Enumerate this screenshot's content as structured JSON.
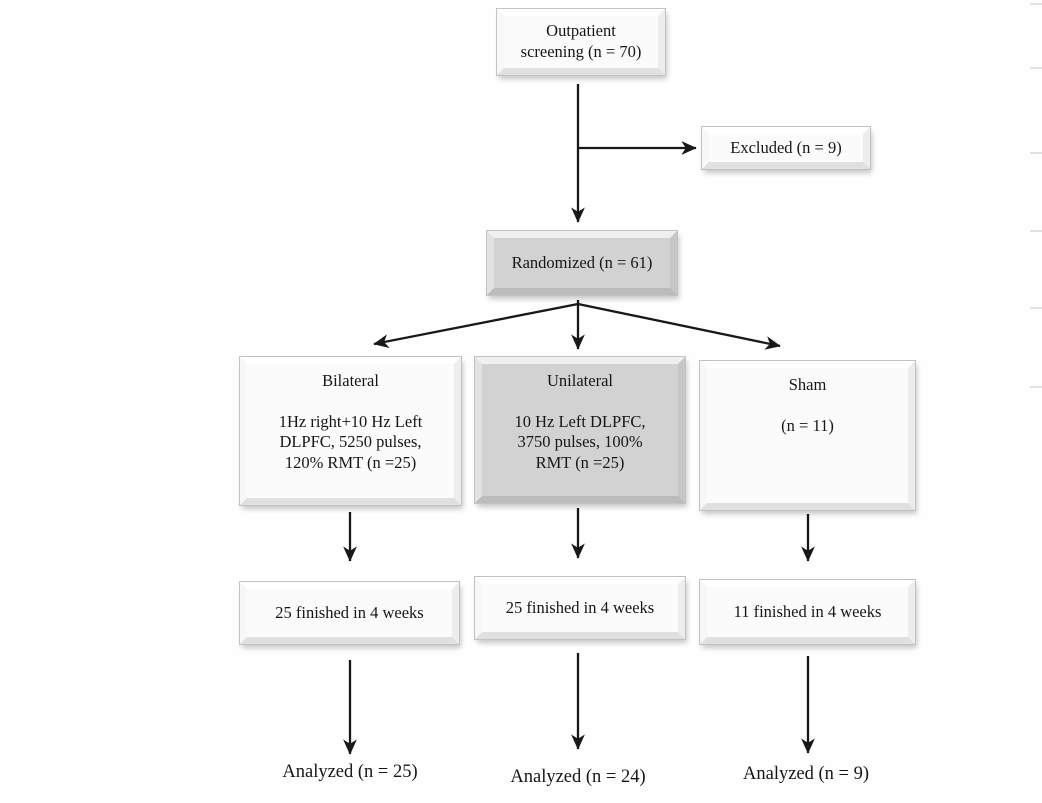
{
  "figure": {
    "screening": "Outpatient\nscreening (n = 70)",
    "excluded": "Excluded (n = 9)",
    "randomized": "Randomized (n = 61)",
    "arms": [
      {
        "id": "bilateral",
        "title": "Bilateral",
        "detail": "1Hz right+10 Hz Left\nDLPFC, 5250 pulses,\n120% RMT (n =25)",
        "finished": "25 finished in 4 weeks",
        "analyzed": "Analyzed (n = 25)"
      },
      {
        "id": "unilateral",
        "title": "Unilateral",
        "detail": "10 Hz Left DLPFC,\n3750 pulses, 100%\nRMT (n =25)",
        "finished": "25 finished in 4 weeks",
        "analyzed": "Analyzed (n = 24)"
      },
      {
        "id": "sham",
        "title": "Sham",
        "detail": "(n = 11)",
        "finished": "11 finished in 4 weeks",
        "analyzed": "Analyzed (n = 9)"
      }
    ],
    "colors": {
      "arrow": "#181818",
      "box_light_fill": "#fbfbfb",
      "box_gray_fill": "#d2d2d2",
      "outline": "#c2c2c2"
    }
  }
}
